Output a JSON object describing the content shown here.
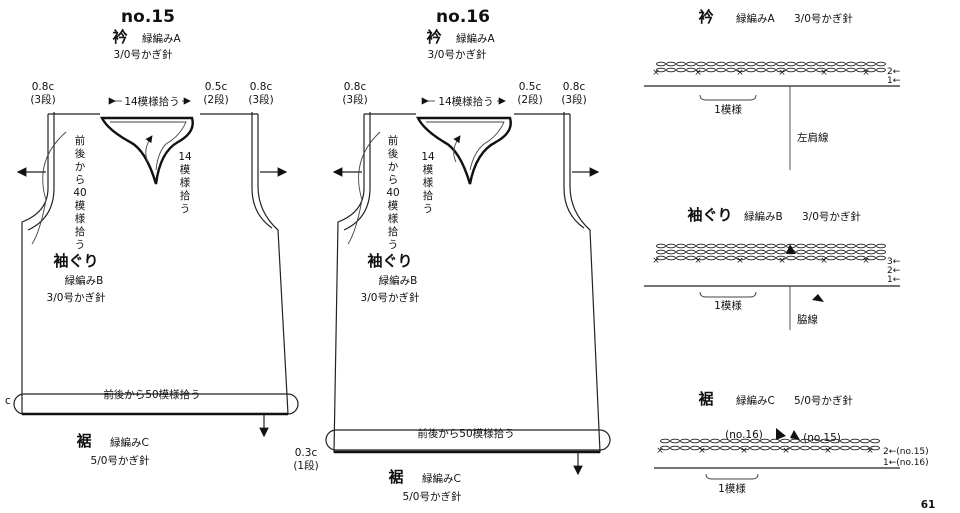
{
  "colors": {
    "ink": "#111111",
    "line": "#222222",
    "paper": "#ffffff"
  },
  "left": {
    "title": "no.15",
    "collar_label": "衿",
    "collar_stitch": "緑編みA",
    "collar_hook": "3/0号かぎ針",
    "m_left": "0.8c",
    "m_left_rows": "(3段)",
    "m_neck": "0.5c",
    "m_neck_rows": "(2段)",
    "m_right": "0.8c",
    "m_right_rows": "(3段)",
    "neck_pick": "14模様拾う",
    "neck_side": [
      "14",
      "模",
      "様",
      "拾",
      "う"
    ],
    "body_pick": [
      "前",
      "後",
      "か",
      "ら",
      "40",
      "模",
      "様",
      "拾",
      "う"
    ],
    "sleeve_label": "袖ぐり",
    "sleeve_stitch": "緑編みB",
    "sleeve_hook": "3/0号かぎ針",
    "hem_pick": "前後から50模様拾う",
    "hem_edge": "c",
    "hem_label": "裾",
    "hem_stitch": "緑編みC",
    "hem_hook": "5/0号かぎ針"
  },
  "right": {
    "title": "no.16",
    "collar_label": "衿",
    "collar_stitch": "緑編みA",
    "collar_hook": "3/0号かぎ針",
    "m_left": "0.8c",
    "m_left_rows": "(3段)",
    "m_neck": "0.5c",
    "m_neck_rows": "(2段)",
    "m_right": "0.8c",
    "m_right_rows": "(3段)",
    "neck_pick": "14模様拾う",
    "neck_side": [
      "14",
      "模",
      "様",
      "拾",
      "う"
    ],
    "body_pick": [
      "前",
      "後",
      "か",
      "ら",
      "40",
      "模",
      "様",
      "拾",
      "う"
    ],
    "sleeve_label": "袖ぐり",
    "sleeve_stitch": "緑編みB",
    "sleeve_hook": "3/0号かぎ針",
    "hem_pick": "前後から50模様拾う",
    "hem_m": "0.3c",
    "hem_m_rows": "(1段)",
    "hem_label": "裾",
    "hem_stitch": "緑編みC",
    "hem_hook": "5/0号かぎ針"
  },
  "charts": {
    "a": {
      "label": "衿",
      "stitch": "緑編みA",
      "hook": "3/0号かぎ針",
      "rows": [
        "2←",
        "1←"
      ],
      "repeat": "1模様",
      "note": "左肩線"
    },
    "b": {
      "label": "袖ぐり",
      "stitch": "緑編みB",
      "hook": "3/0号かぎ針",
      "rows": [
        "3←",
        "2←",
        "1←"
      ],
      "repeat": "1模様",
      "note": "脇線"
    },
    "c": {
      "label": "裾",
      "stitch": "緑編みC",
      "hook": "5/0号かぎ針",
      "rows": [
        "2←(no.15)",
        "1←(no.16)"
      ],
      "mark_a": "(no.16)",
      "mark_b": "(no.15)",
      "repeat": "1模様"
    }
  },
  "page_number": "61"
}
